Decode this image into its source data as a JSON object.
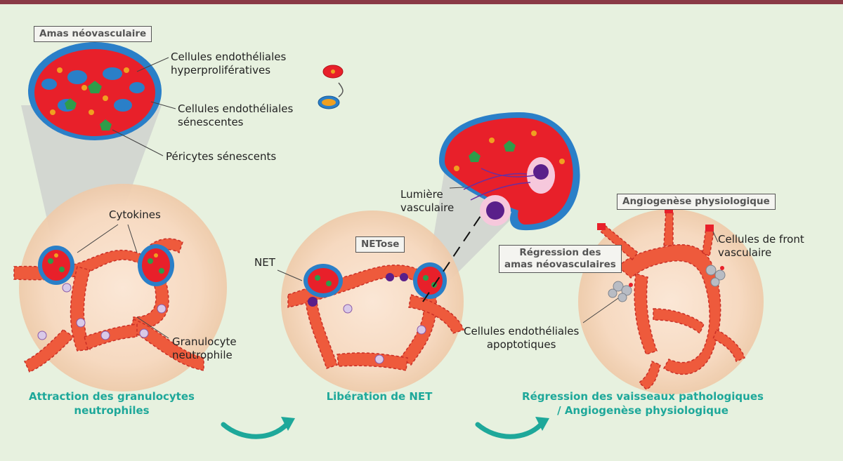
{
  "box_labels": {
    "cluster": "Amas néovasculaire",
    "netose": "NETose",
    "regression_box": "Régression des\namas néovasculaires",
    "angiogenesis_box": "Angiogenèse physiologique"
  },
  "labels": {
    "hyper": "Cellules endothéliales\nhyperprolifératives",
    "senescent_ec": "Cellules endothéliales\nsénescentes",
    "pericytes": "Péricytes sénescents",
    "cytokines": "Cytokines",
    "neutrophil": "Granulocyte\nneutrophile",
    "net": "NET",
    "lumen": "Lumière\nvasculaire",
    "front_cells": "Cellules de front\nvasculaire",
    "apoptotic": "Cellules endothéliales\napoptotiques"
  },
  "captions": {
    "stage1": "Attraction des granulocytes\nneutrophiles",
    "stage2": "Libération de NET",
    "stage3": "Régression des vaisseaux pathologiques\n/ Angiogenèse physiologique"
  },
  "colors": {
    "background": "#e7f1df",
    "top_bar": "#8a3a46",
    "vessel": "#ee5a3c",
    "halo": "#f6dcc4",
    "caption": "#1ea89a",
    "cell_red": "#e8202a",
    "cell_blue": "#2a7fc8",
    "pericyte_green": "#2e9c4a",
    "neutrophil_purple": "#5a1f8a"
  }
}
